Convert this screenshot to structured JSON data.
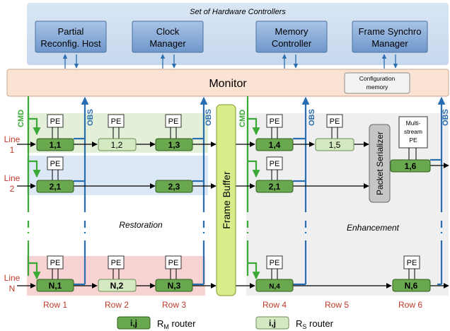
{
  "hw": {
    "title": "Set of Hardware Controllers",
    "controllers": [
      {
        "l1": "Partial",
        "l2": "Reconfig. Host"
      },
      {
        "l1": "Clock",
        "l2": "Manager"
      },
      {
        "l1": "Memory",
        "l2": "Controller"
      },
      {
        "l1": "Frame Synchro",
        "l2": "Manager"
      }
    ]
  },
  "monitor": {
    "label": "Monitor",
    "cfg1": "Configuration",
    "cfg2": "memory"
  },
  "signals": {
    "cmd": "CMD",
    "obs": "OBS"
  },
  "lines": {
    "l1a": "Line",
    "l1b": "1",
    "l2a": "Line",
    "l2b": "2",
    "lna": "Line",
    "lnb": "N"
  },
  "pe": "PE",
  "multi": {
    "l1": "Multi-",
    "l2": "stream",
    "l3": "PE"
  },
  "routers": {
    "r11": "1,1",
    "r12": "1,2",
    "r13": "1,3",
    "r14": "1,4",
    "r15": "1,5",
    "r16": "1,6",
    "r21": "2,1",
    "r23": "2,3",
    "r21b": "2,1",
    "rN1": "N,1",
    "rN2": "N,2",
    "rN3": "N,3",
    "rN4": "N,4",
    "rN6": "N,6"
  },
  "frame_buffer": "Frame Buffer",
  "packet_serializer": "Packet Serializer",
  "regions": {
    "restoration": "Restoration",
    "enhancement": "Enhancement"
  },
  "rows": [
    "Row 1",
    "Row 2",
    "Row 3",
    "Row 4",
    "Row 5",
    "Row 6"
  ],
  "legend": {
    "rm_key": "i,j",
    "rm_label": "R",
    "rm_sub": "M",
    "rm_suffix": " router",
    "rs_key": "i,j",
    "rs_label": "R",
    "rs_sub": "S",
    "rs_suffix": " router"
  },
  "colors": {
    "dark_router": "#6aa84f",
    "light_router": "#d4e8c2",
    "cmd": "#3aa935",
    "obs": "#2a6db0"
  }
}
